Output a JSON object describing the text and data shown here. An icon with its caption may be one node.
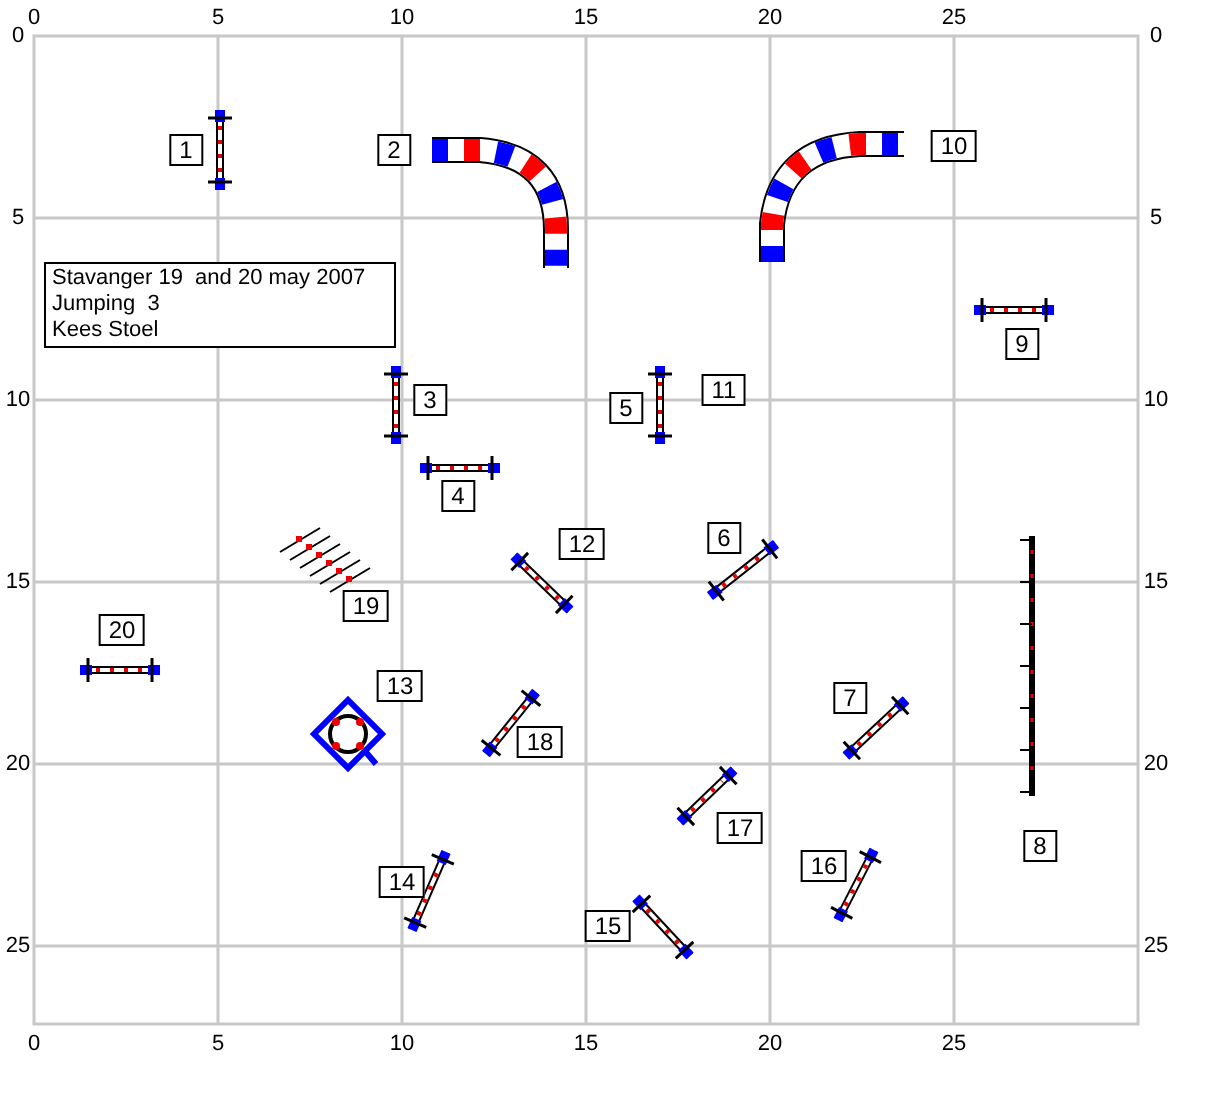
{
  "diagram": {
    "nodes": [
      {
        "text": [
          "1"
        ]
      },
      {
        "text": [
          "2"
        ]
      },
      {
        "text": [
          "10"
        ]
      },
      {
        "text": [
          "Stavanger 19  and 20 may 2007",
          "Jumping  3",
          "Kees Stoel"
        ]
      },
      {
        "text": [
          "9"
        ]
      },
      {
        "text": [
          "3"
        ]
      },
      {
        "text": [
          "5"
        ]
      },
      {
        "text": [
          "11"
        ]
      },
      {
        "text": [
          "4"
        ]
      },
      {
        "text": [
          "12"
        ]
      },
      {
        "text": [
          "6"
        ]
      },
      {
        "text": [
          "20"
        ]
      },
      {
        "text": [
          "19"
        ]
      },
      {
        "text": [
          "13"
        ]
      },
      {
        "text": [
          "7"
        ]
      },
      {
        "text": [
          "18"
        ]
      },
      {
        "text": [
          "8"
        ]
      },
      {
        "text": [
          "17"
        ]
      },
      {
        "text": [
          "14"
        ]
      },
      {
        "text": [
          "16"
        ]
      },
      {
        "text": [
          "15"
        ]
      }
    ],
    "labels": [
      "0",
      "5",
      "10",
      "15",
      "20",
      "25",
      "0",
      "5",
      "10",
      "15",
      "20",
      "25",
      "0",
      "5",
      "10",
      "15",
      "20",
      "25",
      "0",
      "5",
      "10",
      "15",
      "20",
      "25"
    ]
  }
}
